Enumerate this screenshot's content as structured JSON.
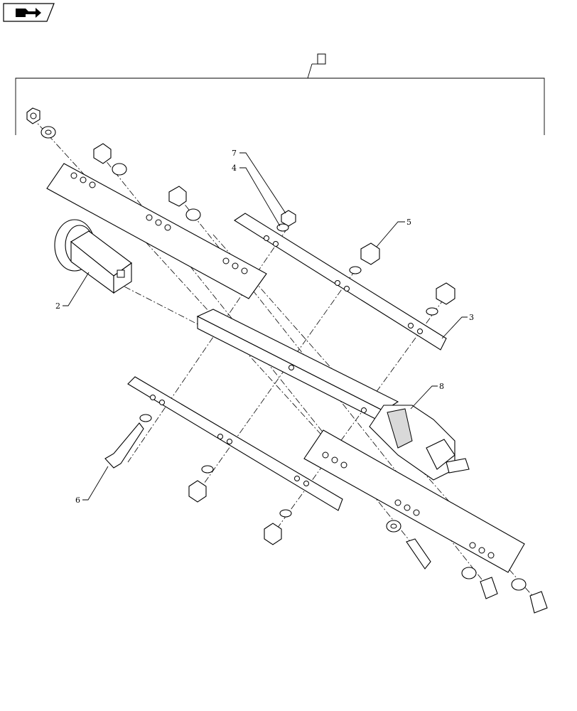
{
  "nav": {
    "icon": "return-arrow-icon"
  },
  "assembly": {
    "ref_box": ""
  },
  "callouts": [
    {
      "id": "c7",
      "text": "7"
    },
    {
      "id": "c4",
      "text": "4"
    },
    {
      "id": "c5",
      "text": "5"
    },
    {
      "id": "c2",
      "text": "2"
    },
    {
      "id": "c3",
      "text": "3"
    },
    {
      "id": "c8",
      "text": "8"
    },
    {
      "id": "c6",
      "text": "6"
    }
  ]
}
